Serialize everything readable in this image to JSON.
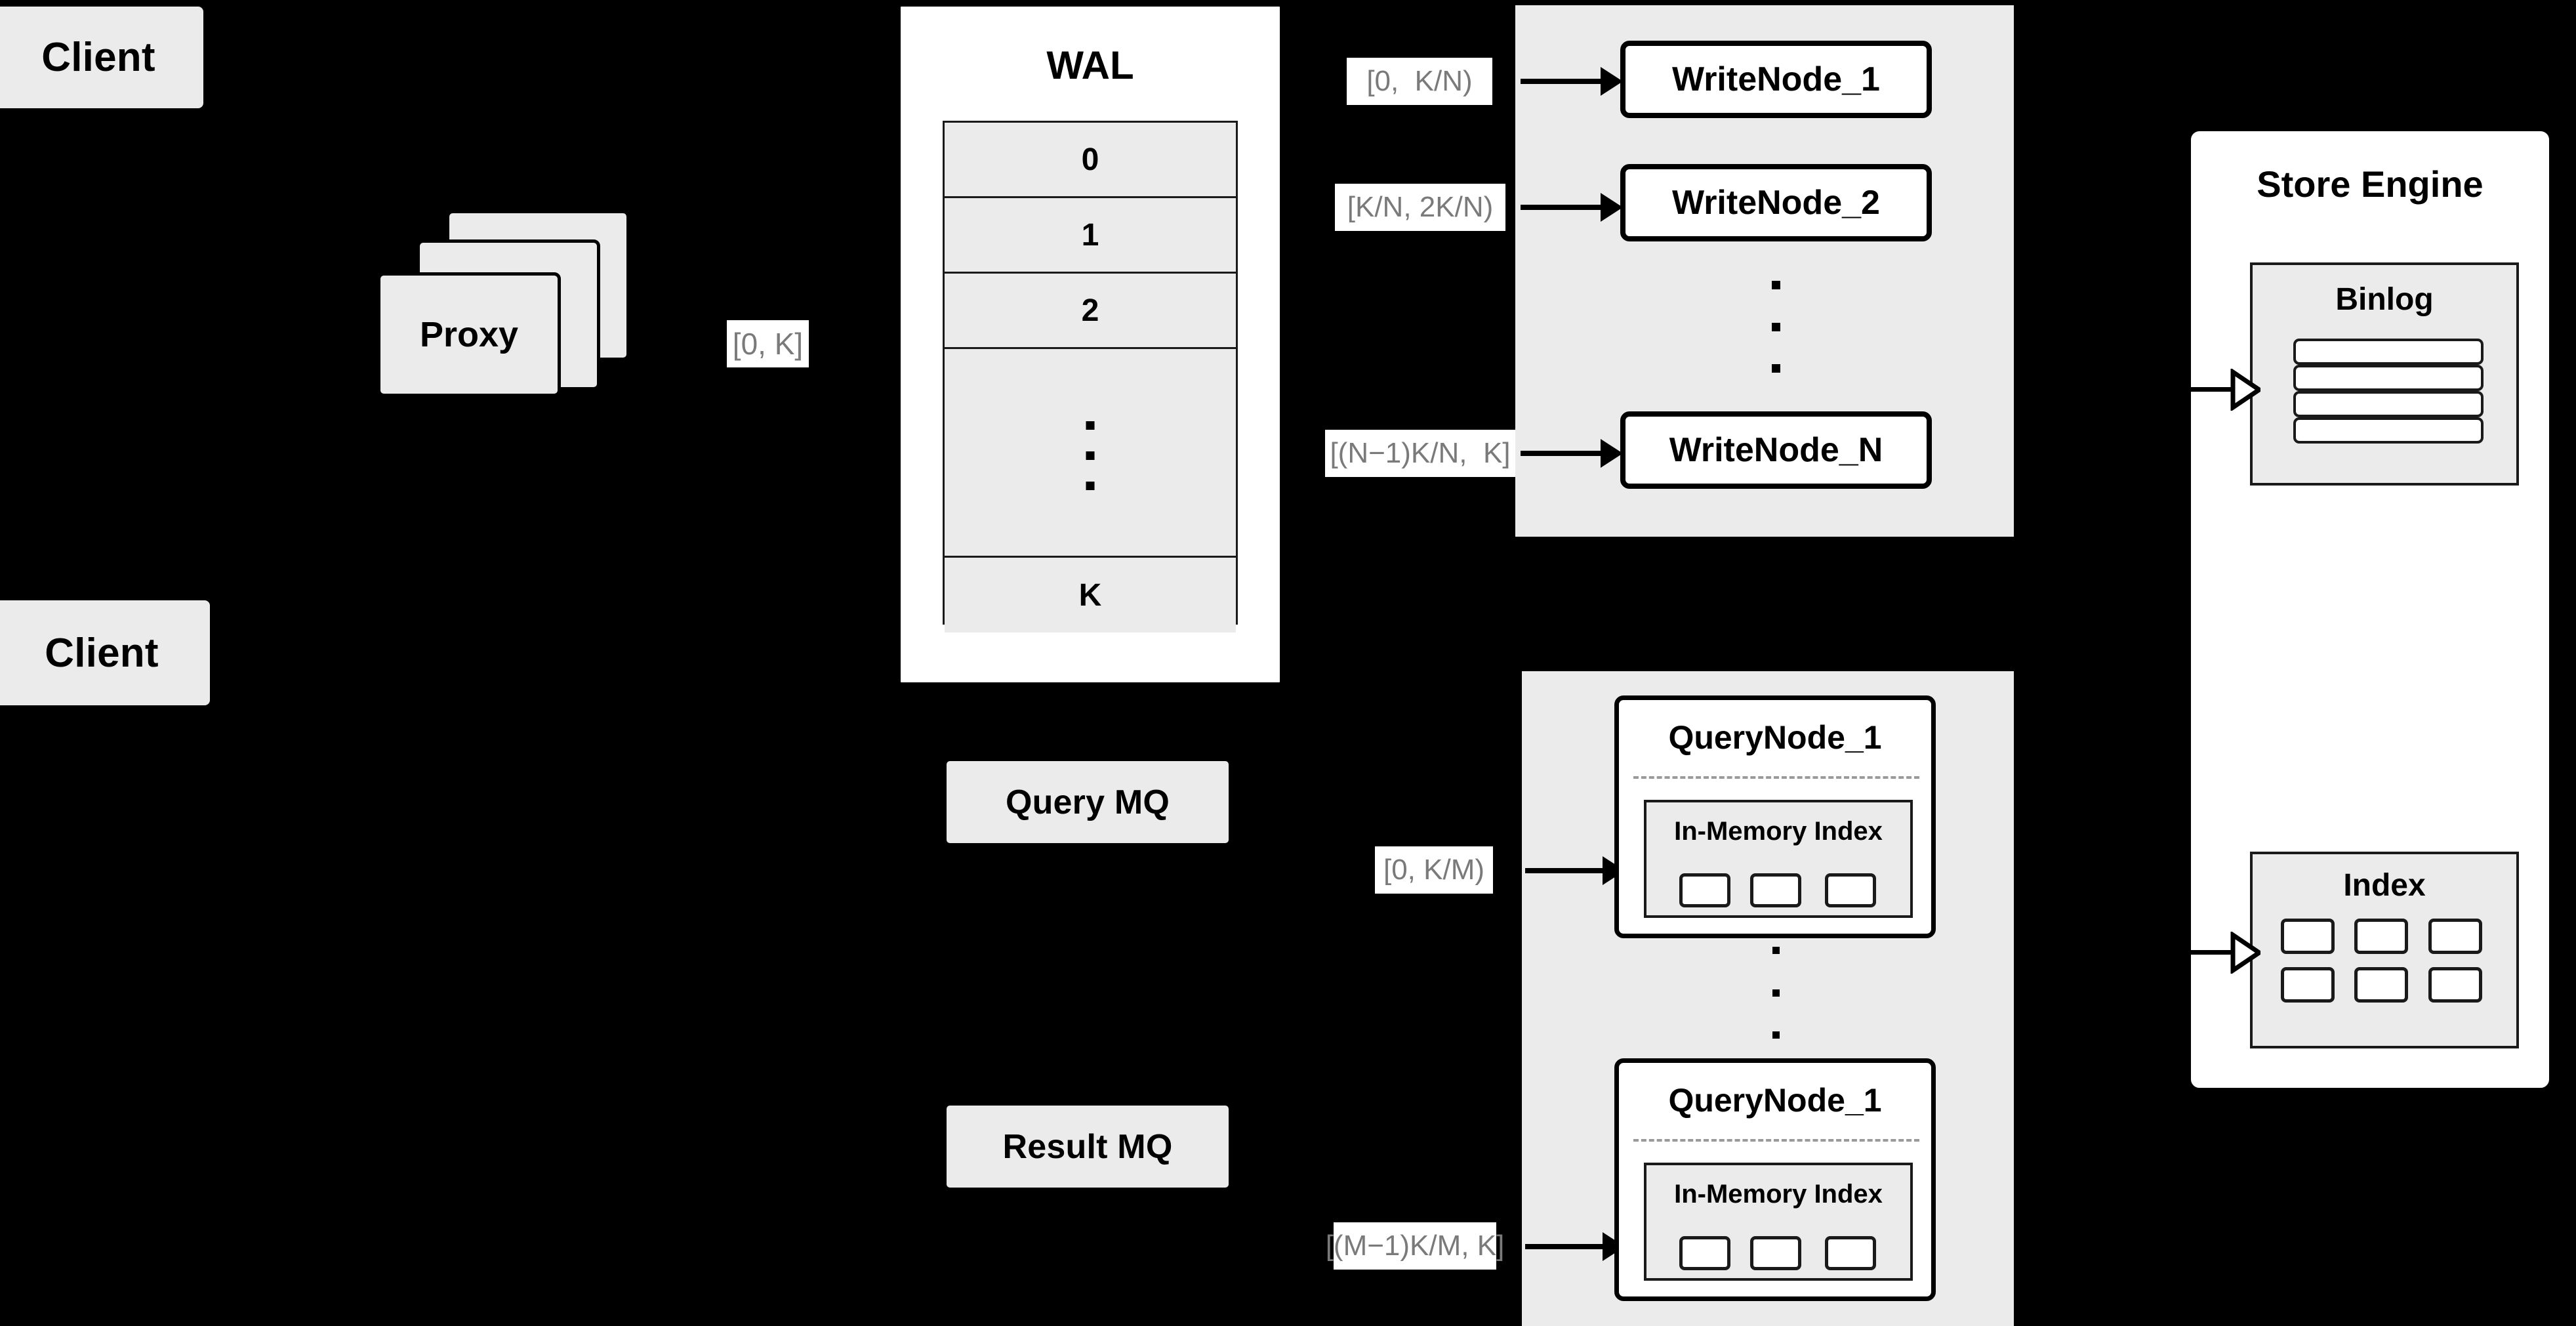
{
  "diagram": {
    "background": "#000000",
    "box_fill": "#ebebeb",
    "panel_fill": "#ffffff",
    "label_text_color": "#7a7a7a",
    "stroke": "#000000"
  },
  "clients": [
    {
      "label": "Client"
    },
    {
      "label": "Client"
    }
  ],
  "proxy": {
    "label": "Proxy",
    "stack_layers": 3
  },
  "wal": {
    "title": "WAL",
    "entries": [
      "0",
      "1",
      "2",
      "",
      "K"
    ],
    "ellipsis_dots": 3
  },
  "queues": {
    "query_mq": "Query MQ",
    "result_mq": "Result MQ"
  },
  "write_cluster": {
    "nodes": [
      {
        "label": "WriteNode_1"
      },
      {
        "label": "WriteNode_2"
      },
      {
        "label": "WriteNode_N"
      }
    ],
    "ellipsis_dots": 3
  },
  "query_cluster": {
    "nodes": [
      {
        "label": "QueryNode_1",
        "index_label": "In-Memory Index",
        "chips": 3
      },
      {
        "label": "QueryNode_1",
        "index_label": "In-Memory Index",
        "chips": 3
      }
    ],
    "ellipsis_dots": 3
  },
  "store_engine": {
    "title": "Store Engine",
    "binlog": {
      "title": "Binlog",
      "rows": 4
    },
    "index": {
      "title": "Index",
      "chips": 6
    }
  },
  "edge_labels": {
    "proxy_to_wal": "[0, K]",
    "wal_to_write_1": "[0,  K/N)",
    "wal_to_write_2": "[K/N, 2K/N)",
    "wal_to_write_n": "[(N−1)K/N,  K]",
    "mq_to_query_1": "[0, K/M)",
    "mq_to_query_m": "[(M−1)K/M, K]"
  }
}
